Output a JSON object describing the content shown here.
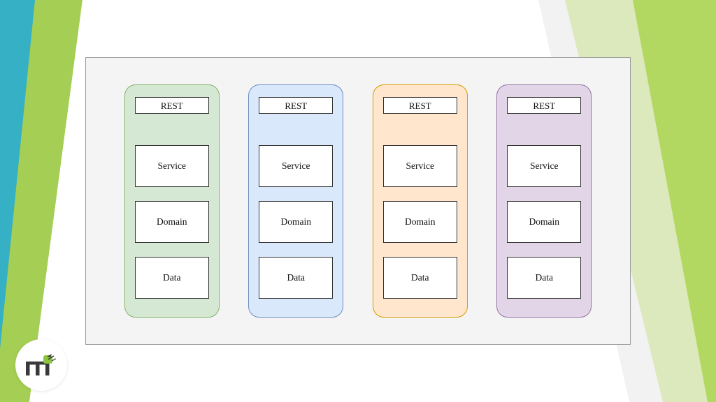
{
  "slide": {
    "background_color": "#ffffff",
    "decor": {
      "teal": "#35b0c4",
      "green": "#a5ce54",
      "light_green": "#dce9bc",
      "bright_green": "#b2d861",
      "off_white": "#f2f2f2"
    }
  },
  "panel": {
    "background_color": "#f4f4f4",
    "border_color": "#9a9a9a"
  },
  "columns": [
    {
      "name": "green-stack",
      "fill": "#d5e8d4",
      "stroke": "#82b366",
      "nodes": [
        {
          "name": "rest",
          "label": "REST"
        },
        {
          "name": "service",
          "label": "Service"
        },
        {
          "name": "domain",
          "label": "Domain"
        },
        {
          "name": "data",
          "label": "Data"
        }
      ]
    },
    {
      "name": "blue-stack",
      "fill": "#dae8fc",
      "stroke": "#6c8ebf",
      "nodes": [
        {
          "name": "rest",
          "label": "REST"
        },
        {
          "name": "service",
          "label": "Service"
        },
        {
          "name": "domain",
          "label": "Domain"
        },
        {
          "name": "data",
          "label": "Data"
        }
      ]
    },
    {
      "name": "orange-stack",
      "fill": "#ffe6cc",
      "stroke": "#d79b00",
      "nodes": [
        {
          "name": "rest",
          "label": "REST"
        },
        {
          "name": "service",
          "label": "Service"
        },
        {
          "name": "domain",
          "label": "Domain"
        },
        {
          "name": "data",
          "label": "Data"
        }
      ]
    },
    {
      "name": "purple-stack",
      "fill": "#e1d5e7",
      "stroke": "#9673a6",
      "nodes": [
        {
          "name": "rest",
          "label": "REST"
        },
        {
          "name": "service",
          "label": "Service"
        },
        {
          "name": "domain",
          "label": "Domain"
        },
        {
          "name": "data",
          "label": "Data"
        }
      ]
    }
  ],
  "logo": {
    "name": "brand-logo",
    "mark_color": "#3a3a3a",
    "accent_color": "#8cc63f",
    "circle_color": "#ffffff"
  }
}
